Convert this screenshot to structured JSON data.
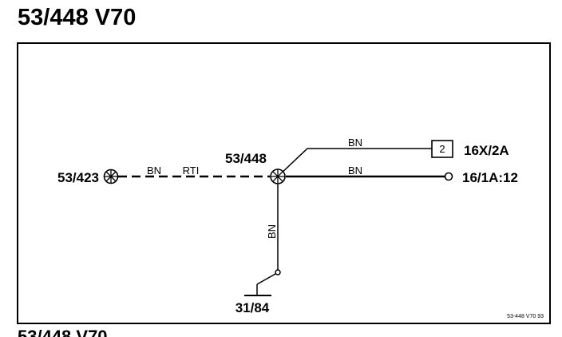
{
  "title": "53/448 V70",
  "diagram": {
    "connectors": {
      "left": "53/423",
      "center": "53/448",
      "bottom": "31/84",
      "box_number": "2",
      "upper_right": "16X/2A",
      "lower_right": "16/1A:12"
    },
    "wires": {
      "left_color_1": "BN",
      "left_color_2": "RTI",
      "upper_right_color": "BN",
      "lower_right_color": "BN",
      "vertical_color": "BN"
    },
    "reference_code": "53-448 V70 93"
  },
  "next_title_partial": "53/448 V70"
}
